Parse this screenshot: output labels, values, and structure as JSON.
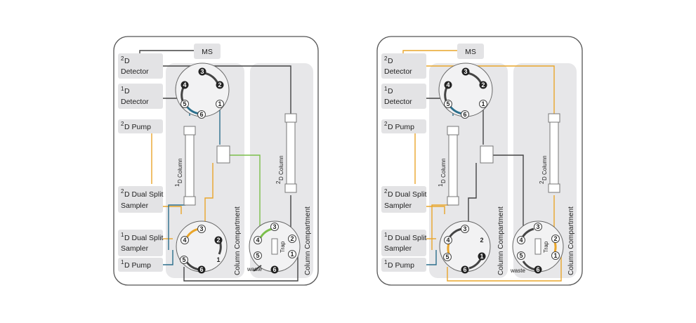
{
  "colors": {
    "panel_bg": "#ffffff",
    "panel_border": "#555555",
    "module_bg": "#e7e7e9",
    "label_bg": "#e3e3e5",
    "orange": "#e9a52a",
    "blue": "#2b6f8c",
    "green": "#7bbf4a",
    "dark": "#444444",
    "column_outline": "#777777"
  },
  "diagrams": [
    {
      "labels": {
        "ms": "MS",
        "d2_detector_sup": "2",
        "d2_detector_l1": "D",
        "d2_detector_l2": "Detector",
        "d1_detector_sup": "1",
        "d1_detector_l1": "D",
        "d1_detector_l2": "Detector",
        "d2_pump_sup": "2",
        "d2_pump": "D Pump",
        "d2_sampler_sup": "2",
        "d2_sampler_l1": "D Dual Split",
        "d2_sampler_l2": "Sampler",
        "d1_sampler_sup": "1",
        "d1_sampler_l1": "D Dual Split",
        "d1_sampler_l2": "Sampler",
        "d1_pump_sup": "1",
        "d1_pump": "D Pump",
        "d1_column_sup": "1",
        "d1_column": "D Column",
        "d2_column_sup": "2",
        "d2_column": "D Column",
        "compartment_a": "Column Compartment",
        "compartment_b": "Column Compartment",
        "trap": "Trap",
        "waste": "waste"
      },
      "valve_top_ports": [
        "1",
        "2",
        "3",
        "4",
        "5",
        "6"
      ],
      "valve_mid_ports": [
        "1",
        "2",
        "3",
        "4",
        "5",
        "6"
      ],
      "valve_trap_ports": [
        "1",
        "2",
        "3",
        "4",
        "5",
        "6"
      ]
    },
    {
      "labels": {
        "ms": "MS",
        "d2_detector_sup": "2",
        "d2_detector_l1": "D",
        "d2_detector_l2": "Detector",
        "d1_detector_sup": "1",
        "d1_detector_l1": "D",
        "d1_detector_l2": "Detector",
        "d2_pump_sup": "2",
        "d2_pump": "D Pump",
        "d2_sampler_sup": "2",
        "d2_sampler_l1": "D Dual Split",
        "d2_sampler_l2": "Sampler",
        "d1_sampler_sup": "1",
        "d1_sampler_l1": "D Dual Split",
        "d1_sampler_l2": "Sampler",
        "d1_pump_sup": "1",
        "d1_pump": "D Pump",
        "d1_column_sup": "1",
        "d1_column": "D Column",
        "d2_column_sup": "2",
        "d2_column": "D Column",
        "compartment_a": "Column Compartment",
        "compartment_b": "Column Compartment",
        "trap": "Trap",
        "waste": "waste"
      },
      "valve_top_ports": [
        "1",
        "2",
        "3",
        "4",
        "5",
        "6"
      ],
      "valve_mid_ports": [
        "1",
        "2",
        "3",
        "4",
        "5",
        "6"
      ],
      "valve_trap_ports": [
        "1",
        "2",
        "3",
        "4",
        "5",
        "6"
      ]
    }
  ]
}
